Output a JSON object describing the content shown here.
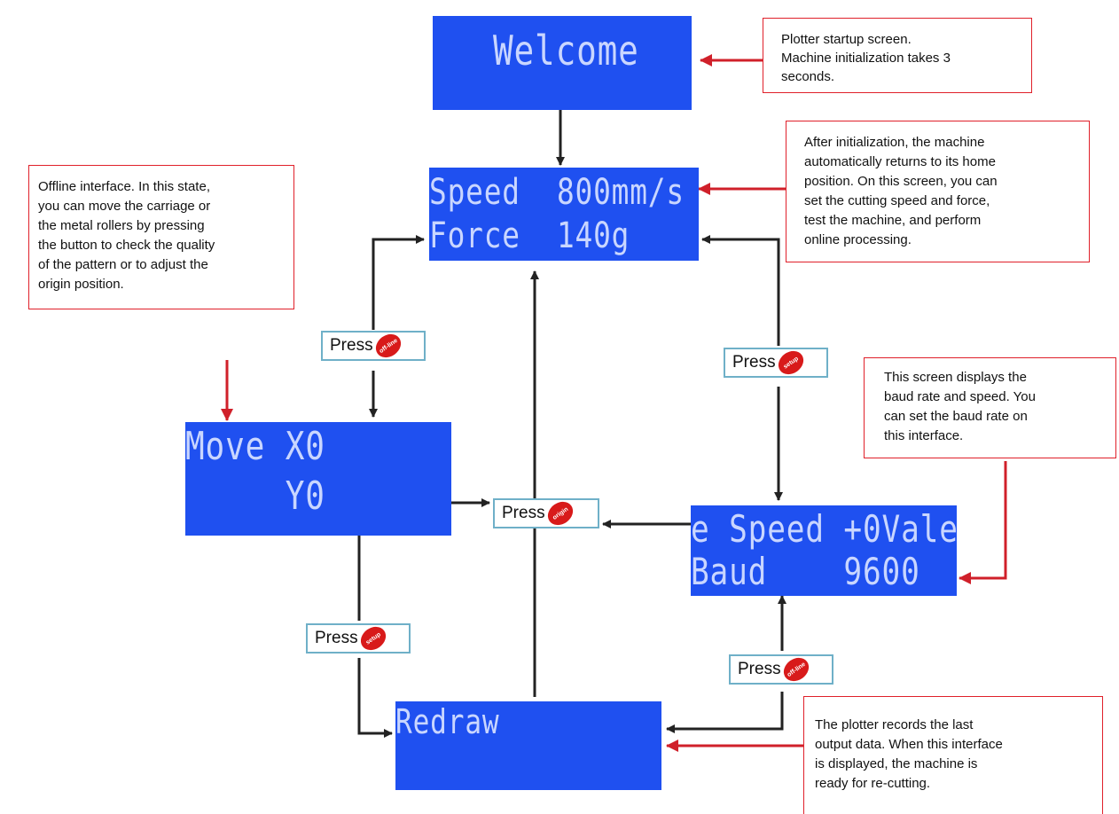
{
  "screens": {
    "welcome": {
      "line1": "Welcome"
    },
    "speed_force": {
      "line1": "Speed  800mm/s",
      "line2": "Force  140g"
    },
    "move": {
      "line1": "Move X0",
      "line2": "     Y0"
    },
    "speed_baud": {
      "line1": "e Speed +0Vale",
      "line2": "Baud    9600"
    },
    "redraw": {
      "line1": "Redraw"
    }
  },
  "notes": {
    "startup": [
      "Plotter startup screen.",
      "Machine initialization takes 3",
      "seconds."
    ],
    "home": [
      "After initialization, the machine",
      "automatically returns to its home",
      "position. On this screen, you can",
      "set the cutting speed and force,",
      "test the machine, and perform",
      "online processing."
    ],
    "offline": [
      "Offline interface. In this state,",
      "you can move the carriage or",
      "the metal rollers by pressing",
      "the button to check the quality",
      "of the pattern or to adjust the",
      "origin position."
    ],
    "baud": [
      "This screen displays the",
      "baud rate and speed. You",
      "can set the baud rate on",
      "this interface."
    ],
    "redraw": [
      "The plotter records the last",
      "output data. When this interface",
      "is displayed, the machine is",
      "ready for re-cutting."
    ]
  },
  "press_buttons": {
    "offline_top": {
      "label": "Press",
      "key": "off-line"
    },
    "setup_right": {
      "label": "Press",
      "key": "setup"
    },
    "origin_center": {
      "label": "Press",
      "key": "origin"
    },
    "setup_left": {
      "label": "Press",
      "key": "setup"
    },
    "offline_bottom": {
      "label": "Press",
      "key": "off-line"
    }
  },
  "colors": {
    "lcd": "#1f50f0",
    "arrow": "#222222",
    "red_arrow": "#d0202a",
    "note_border": "#e0202a"
  }
}
